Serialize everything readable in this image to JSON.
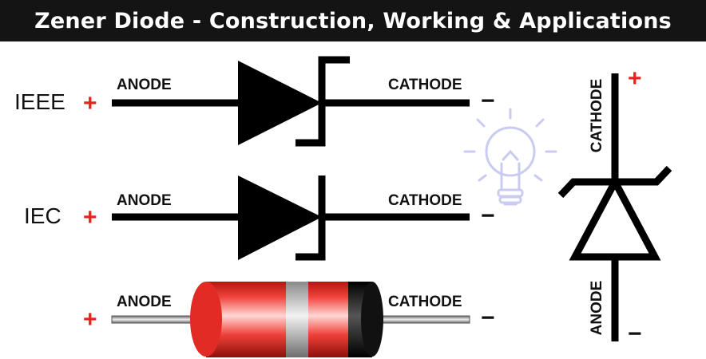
{
  "title": "Zener Diode - Construction, Working & Applications",
  "symbols": {
    "ieee": {
      "standard": "IEEE",
      "anode": "ANODE",
      "cathode": "CATHODE",
      "plus": "+",
      "minus": "−"
    },
    "iec": {
      "standard": "IEC",
      "anode": "ANODE",
      "cathode": "CATHODE",
      "plus": "+",
      "minus": "−"
    },
    "component": {
      "anode": "ANODE",
      "cathode": "CATHODE",
      "plus": "+",
      "minus": "−"
    },
    "vertical": {
      "cathode": "CATHODE",
      "anode": "ANODE",
      "plus": "+",
      "minus": "−"
    }
  },
  "colors": {
    "title_bg": "#141414",
    "title_text": "#ffffff",
    "plus": "#e8231f",
    "body_red": "#f0413a",
    "band_gray": "#c9c9c9",
    "band_black": "#1a1a1a",
    "bulb": "#c9cbf0"
  },
  "icons": {
    "bulb": "lightbulb-icon"
  }
}
